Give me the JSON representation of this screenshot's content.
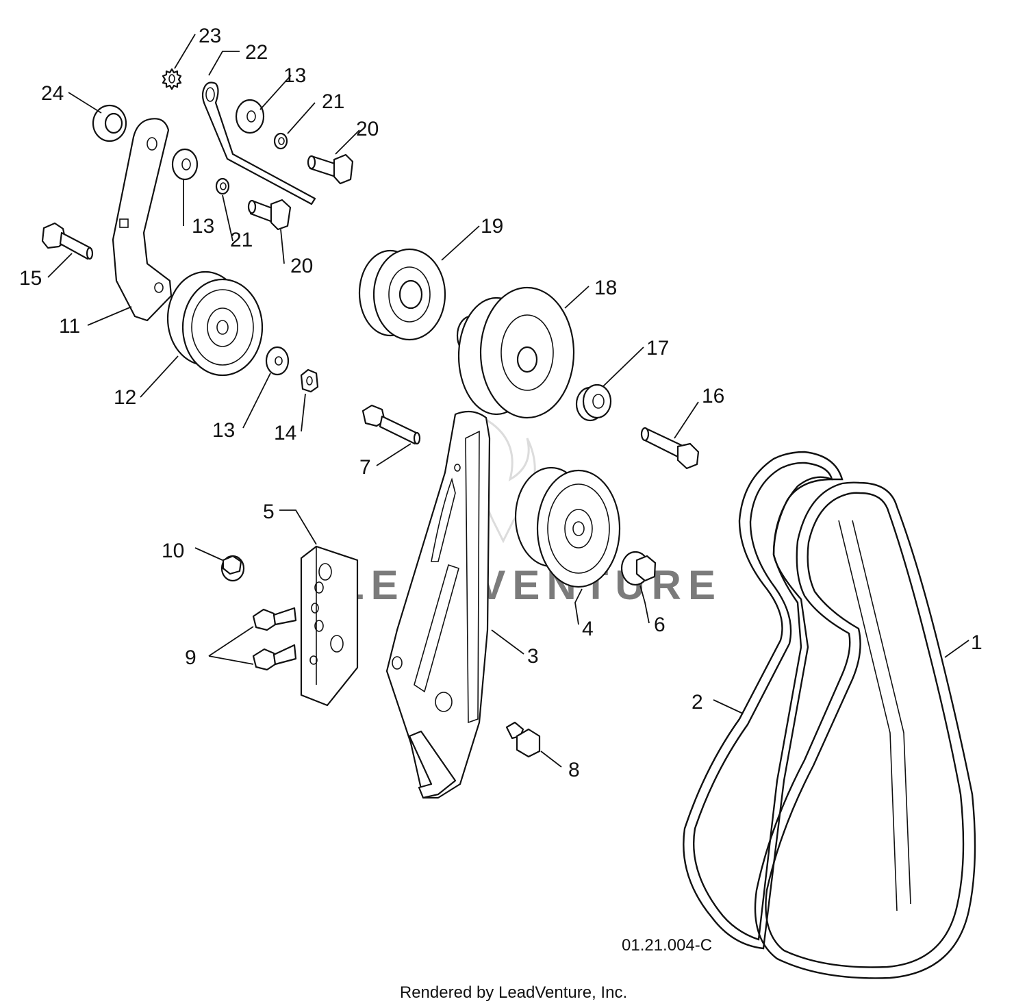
{
  "diagram": {
    "watermark": "LEADVENTURE",
    "drawing_code": "01.21.004-C",
    "footer": "Rendered by LeadVenture, Inc.",
    "callouts": [
      {
        "id": "c1",
        "text": "1"
      },
      {
        "id": "c2",
        "text": "2"
      },
      {
        "id": "c3",
        "text": "3"
      },
      {
        "id": "c4",
        "text": "4"
      },
      {
        "id": "c5",
        "text": "5"
      },
      {
        "id": "c6",
        "text": "6"
      },
      {
        "id": "c7",
        "text": "7"
      },
      {
        "id": "c8",
        "text": "8"
      },
      {
        "id": "c9",
        "text": "9"
      },
      {
        "id": "c10",
        "text": "10"
      },
      {
        "id": "c11",
        "text": "11"
      },
      {
        "id": "c12",
        "text": "12"
      },
      {
        "id": "c13a",
        "text": "13"
      },
      {
        "id": "c13b",
        "text": "13"
      },
      {
        "id": "c13c",
        "text": "13"
      },
      {
        "id": "c14",
        "text": "14"
      },
      {
        "id": "c15",
        "text": "15"
      },
      {
        "id": "c16",
        "text": "16"
      },
      {
        "id": "c17",
        "text": "17"
      },
      {
        "id": "c18",
        "text": "18"
      },
      {
        "id": "c19",
        "text": "19"
      },
      {
        "id": "c20a",
        "text": "20"
      },
      {
        "id": "c20b",
        "text": "20"
      },
      {
        "id": "c21a",
        "text": "21"
      },
      {
        "id": "c21b",
        "text": "21"
      },
      {
        "id": "c22",
        "text": "22"
      },
      {
        "id": "c23",
        "text": "23"
      },
      {
        "id": "c24",
        "text": "24"
      }
    ]
  }
}
